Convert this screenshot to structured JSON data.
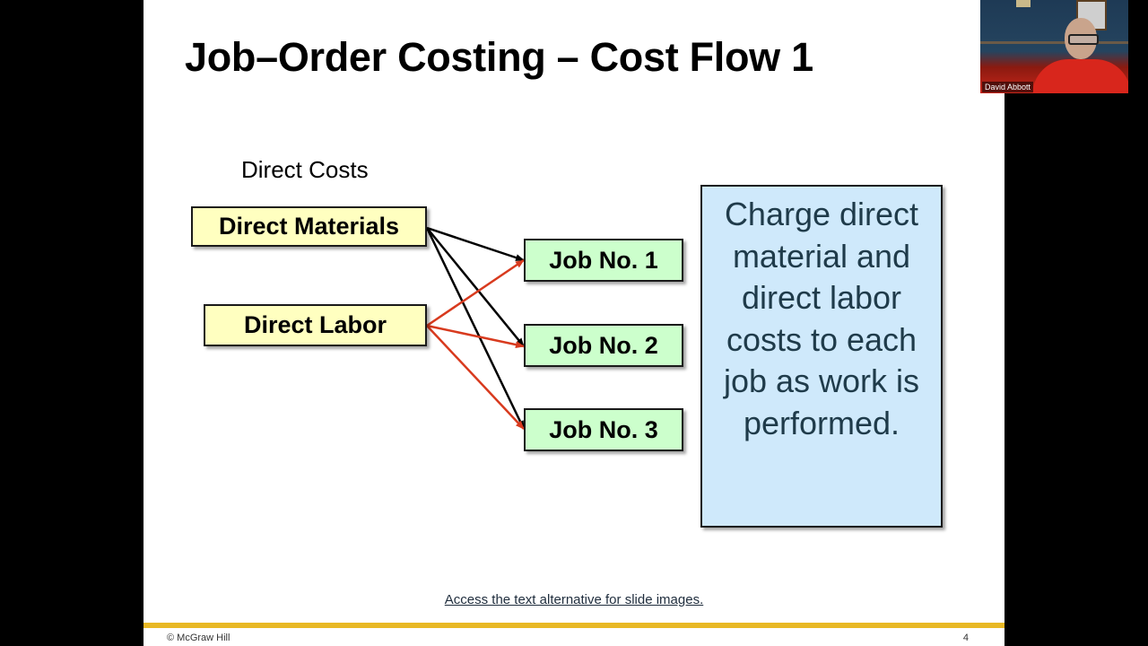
{
  "slide": {
    "title": "Job–Order Costing – Cost Flow 1",
    "direct_costs_label": "Direct Costs",
    "sources": [
      {
        "label": "Direct Materials",
        "color": "#ffffc0"
      },
      {
        "label": "Direct Labor",
        "color": "#ffffc0"
      }
    ],
    "jobs": [
      {
        "label": "Job No. 1",
        "color": "#ccffcc"
      },
      {
        "label": "Job No. 2",
        "color": "#ccffcc"
      },
      {
        "label": "Job No. 3",
        "color": "#ccffcc"
      }
    ],
    "arrow_colors": {
      "materials": "#000000",
      "labor": "#d83a1e"
    },
    "info_box": {
      "text": "Charge direct material and direct labor costs to each job as work is performed.",
      "lines": [
        "Charge direct",
        "material and",
        "direct labor",
        "costs to each",
        "job as work is",
        "performed."
      ],
      "color": "#cfe9fb"
    },
    "alt_text_link": "Access the text alternative for slide images.",
    "footer": {
      "copyright": "© McGraw Hill",
      "page_number": "4",
      "bar_color": "#e8b824"
    }
  },
  "video_thumbnail": {
    "participant_name": "David Abbott"
  }
}
